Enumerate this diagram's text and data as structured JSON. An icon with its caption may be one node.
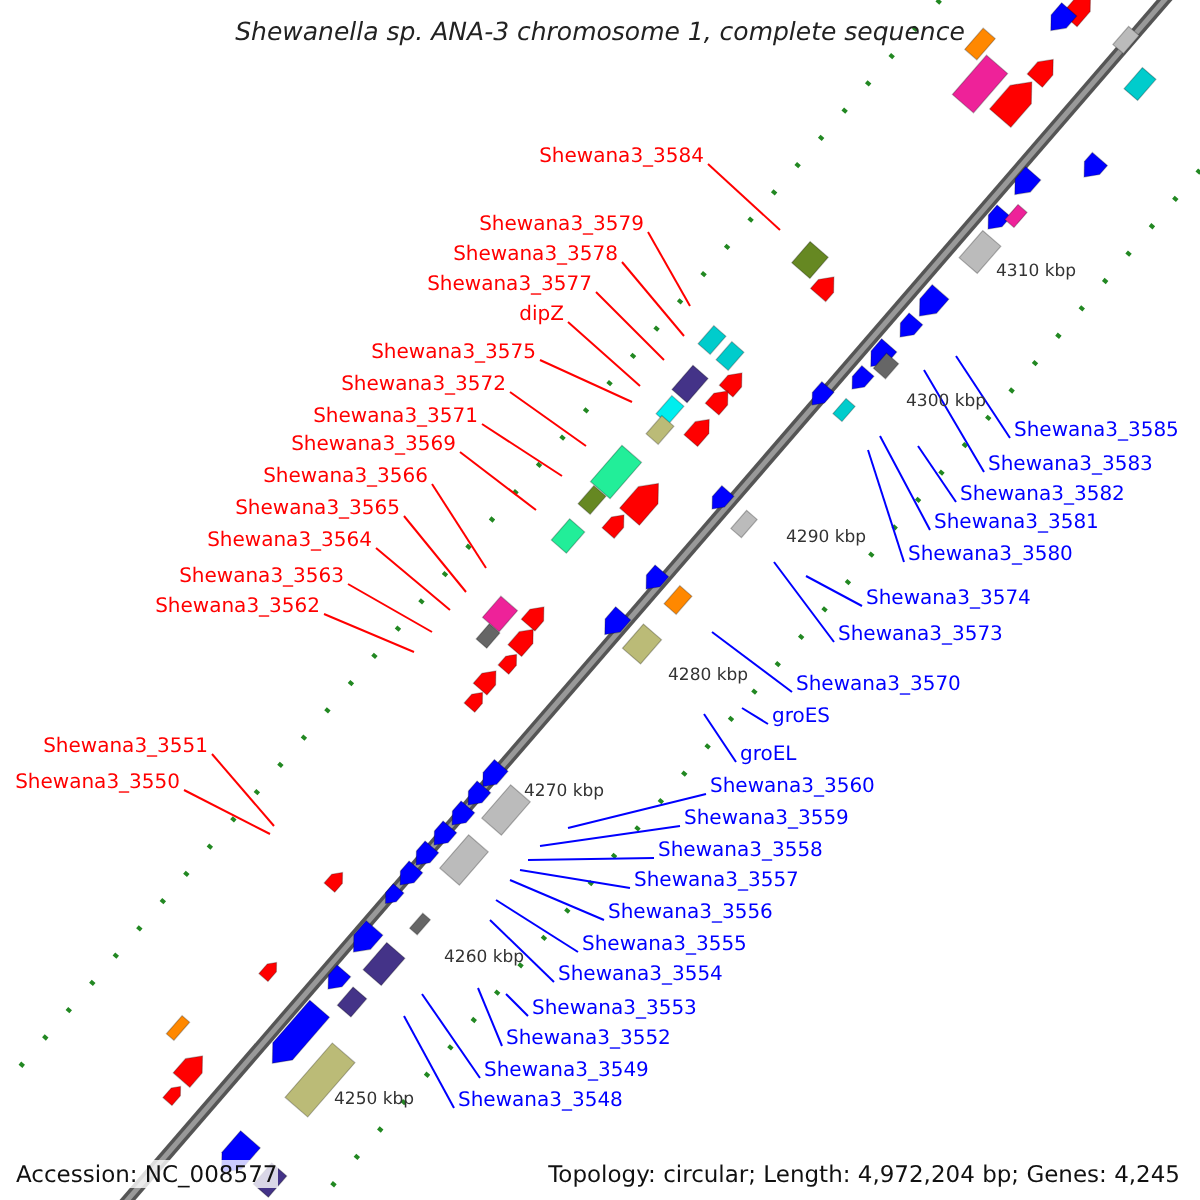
{
  "diagram": {
    "title": "Shewanella sp. ANA-3 chromosome 1, complete sequence",
    "nodes": [
      {
        "text": [
          "Shewana3_3584"
        ]
      },
      {
        "text": [
          "Shewana3_3579"
        ]
      },
      {
        "text": [
          "Shewana3_3578"
        ]
      },
      {
        "text": [
          "Shewana3_3577"
        ]
      },
      {
        "text": [
          "dipZ"
        ]
      },
      {
        "text": [
          "Shewana3_3575"
        ]
      },
      {
        "text": [
          "Shewana3_3572"
        ]
      },
      {
        "text": [
          "Shewana3_3571"
        ]
      },
      {
        "text": [
          "Shewana3_3569"
        ]
      },
      {
        "text": [
          "Shewana3_3566"
        ]
      },
      {
        "text": [
          "Shewana3_3565"
        ]
      },
      {
        "text": [
          "Shewana3_3564"
        ]
      },
      {
        "text": [
          "Shewana3_3563"
        ]
      },
      {
        "text": [
          "Shewana3_3562"
        ]
      },
      {
        "text": [
          "Shewana3_3551"
        ]
      },
      {
        "text": [
          "Shewana3_3550"
        ]
      },
      {
        "text": [
          "Shewana3_3585"
        ]
      },
      {
        "text": [
          "Shewana3_3583"
        ]
      },
      {
        "text": [
          "Shewana3_3582"
        ]
      },
      {
        "text": [
          "Shewana3_3581"
        ]
      },
      {
        "text": [
          "Shewana3_3580"
        ]
      },
      {
        "text": [
          "Shewana3_3574"
        ]
      },
      {
        "text": [
          "Shewana3_3573"
        ]
      },
      {
        "text": [
          "Shewana3_3570"
        ]
      },
      {
        "text": [
          "groES"
        ]
      },
      {
        "text": [
          "groEL"
        ]
      },
      {
        "text": [
          "Shewana3_3560"
        ]
      },
      {
        "text": [
          "Shewana3_3559"
        ]
      },
      {
        "text": [
          "Shewana3_3558"
        ]
      },
      {
        "text": [
          "Shewana3_3557"
        ]
      },
      {
        "text": [
          "Shewana3_3556"
        ]
      },
      {
        "text": [
          "Shewana3_3555"
        ]
      },
      {
        "text": [
          "Shewana3_3554"
        ]
      },
      {
        "text": [
          "Shewana3_3553"
        ]
      },
      {
        "text": [
          "Shewana3_3552"
        ]
      },
      {
        "text": [
          "Shewana3_3549"
        ]
      },
      {
        "text": [
          "Shewana3_3548"
        ]
      }
    ],
    "edges": [
      {
        "from": 0,
        "to": null,
        "arrow": "none",
        "color": "#ff0000"
      },
      {
        "from": 1,
        "to": null,
        "arrow": "none",
        "color": "#ff0000"
      },
      {
        "from": 2,
        "to": null,
        "arrow": "none",
        "color": "#ff0000"
      },
      {
        "from": 3,
        "to": null,
        "arrow": "none",
        "color": "#ff0000"
      },
      {
        "from": 4,
        "to": null,
        "arrow": "none",
        "color": "#ff0000"
      },
      {
        "from": 5,
        "to": null,
        "arrow": "none",
        "color": "#ff0000"
      },
      {
        "from": 6,
        "to": null,
        "arrow": "none",
        "color": "#ff0000"
      },
      {
        "from": 7,
        "to": null,
        "arrow": "none",
        "color": "#ff0000"
      },
      {
        "from": 8,
        "to": null,
        "arrow": "none",
        "color": "#ff0000"
      },
      {
        "from": 9,
        "to": null,
        "arrow": "none",
        "color": "#ff0000"
      },
      {
        "from": 10,
        "to": null,
        "arrow": "none",
        "color": "#ff0000"
      },
      {
        "from": 11,
        "to": null,
        "arrow": "none",
        "color": "#ff0000"
      },
      {
        "from": 12,
        "to": null,
        "arrow": "none",
        "color": "#ff0000"
      },
      {
        "from": 13,
        "to": null,
        "arrow": "none",
        "color": "#ff0000"
      },
      {
        "from": 14,
        "to": null,
        "arrow": "none",
        "color": "#ff0000"
      },
      {
        "from": 15,
        "to": null,
        "arrow": "none",
        "color": "#ff0000"
      },
      {
        "from": 16,
        "to": null,
        "arrow": "none",
        "color": "#0000ff"
      },
      {
        "from": 17,
        "to": null,
        "arrow": "none",
        "color": "#0000ff"
      },
      {
        "from": 18,
        "to": null,
        "arrow": "none",
        "color": "#0000ff"
      },
      {
        "from": 19,
        "to": null,
        "arrow": "none",
        "color": "#0000ff"
      },
      {
        "from": 20,
        "to": null,
        "arrow": "none",
        "color": "#0000ff"
      },
      {
        "from": 21,
        "to": null,
        "arrow": "none",
        "color": "#0000ff"
      },
      {
        "from": 22,
        "to": null,
        "arrow": "none",
        "color": "#0000ff"
      },
      {
        "from": 23,
        "to": null,
        "arrow": "none",
        "color": "#0000ff"
      },
      {
        "from": 24,
        "to": null,
        "arrow": "none",
        "color": "#0000ff"
      },
      {
        "from": 25,
        "to": null,
        "arrow": "none",
        "color": "#0000ff"
      },
      {
        "from": 26,
        "to": null,
        "arrow": "none",
        "color": "#0000ff"
      },
      {
        "from": 27,
        "to": null,
        "arrow": "none",
        "color": "#0000ff"
      },
      {
        "from": 28,
        "to": null,
        "arrow": "none",
        "color": "#0000ff"
      },
      {
        "from": 29,
        "to": null,
        "arrow": "none",
        "color": "#0000ff"
      },
      {
        "from": 30,
        "to": null,
        "arrow": "none",
        "color": "#0000ff"
      },
      {
        "from": 31,
        "to": null,
        "arrow": "none",
        "color": "#0000ff"
      },
      {
        "from": 32,
        "to": null,
        "arrow": "none",
        "color": "#0000ff"
      },
      {
        "from": 33,
        "to": null,
        "arrow": "none",
        "color": "#0000ff"
      },
      {
        "from": 34,
        "to": null,
        "arrow": "none",
        "color": "#0000ff"
      },
      {
        "from": 35,
        "to": null,
        "arrow": "none",
        "color": "#0000ff"
      },
      {
        "from": 36,
        "to": null,
        "arrow": "none",
        "color": "#0000ff"
      }
    ],
    "labels": [
      "4310 kbp",
      "4300 kbp",
      "4290 kbp",
      "4280 kbp",
      "4270 kbp",
      "4260 kbp",
      "4250 kbp",
      "Accession: NC_008577",
      "Topology: circular; Length: 4,972,204 bp; Genes: 4,245"
    ]
  }
}
